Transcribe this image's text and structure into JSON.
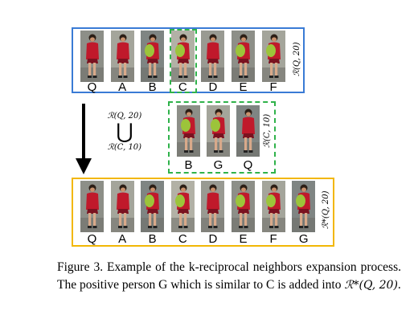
{
  "figure": {
    "row1": {
      "labels": [
        "Q",
        "A",
        "B",
        "C",
        "D",
        "E",
        "F"
      ],
      "side_label": "ℛ(Q, 20)"
    },
    "row2": {
      "labels": [
        "B",
        "G",
        "Q"
      ],
      "side_label": "ℛ(C, 10)"
    },
    "union": {
      "top": "ℛ(Q, 20)",
      "symbol": "⋃",
      "bottom": "ℛ(C, 10)"
    },
    "row3": {
      "labels": [
        "Q",
        "A",
        "B",
        "C",
        "D",
        "E",
        "F",
        "G"
      ],
      "side_label": "ℛ*(Q, 20)"
    },
    "colors": {
      "blue_box": "#3a7bd5",
      "green_dashed": "#2fb24a",
      "yellow_box": "#f2b705",
      "shirt_red": "#c0192b",
      "backpack_green": "#9cc43a"
    }
  },
  "caption": {
    "prefix": "Figure 3. Example of the k-reciprocal neighbors expansion process.  The positive person G which is similar to C is added into ",
    "math": "ℛ*(Q, 20)",
    "suffix": "."
  }
}
